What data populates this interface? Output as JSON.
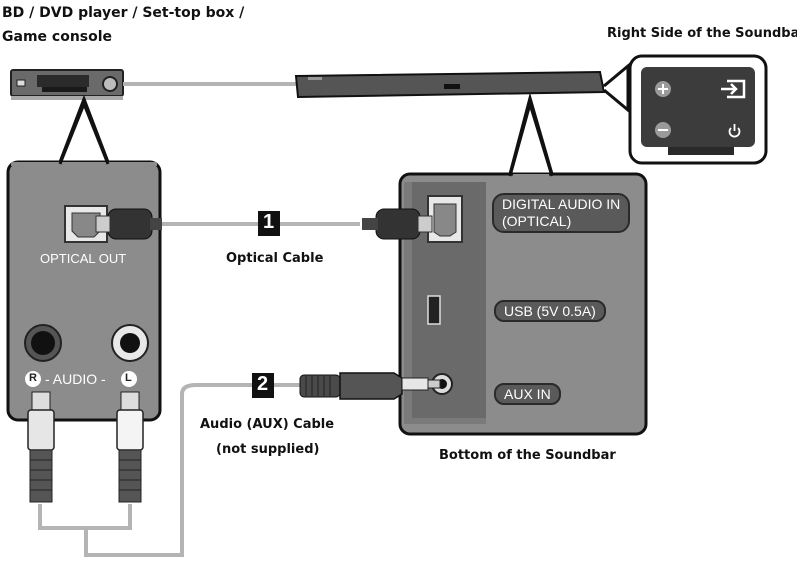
{
  "source_device": {
    "title_line1": "BD / DVD player / Set-top box /",
    "title_line2": "Game console",
    "optical_out": "OPTICAL OUT",
    "audio_label": "- AUDIO -",
    "jack_r": "R",
    "jack_l": "L"
  },
  "soundbar": {
    "right_side_title": "Right Side of the Soundbar",
    "bottom_title": "Bottom of the Soundbar",
    "digital_audio_in_line1": "DIGITAL AUDIO IN",
    "digital_audio_in_line2": "(OPTICAL)",
    "usb_label": "USB (5V 0.5A)",
    "aux_in_label": "AUX IN"
  },
  "cables": {
    "step1_number": "1",
    "step1_label": "Optical Cable",
    "step2_number": "2",
    "step2_label_line1": "Audio (AUX) Cable",
    "step2_label_line2": "(not supplied)"
  },
  "colors": {
    "panel_gray": "#8c8c8c",
    "dark_panel": "#3c3c3c",
    "cable_gray": "#b4b4b4",
    "outline": "#111111"
  }
}
